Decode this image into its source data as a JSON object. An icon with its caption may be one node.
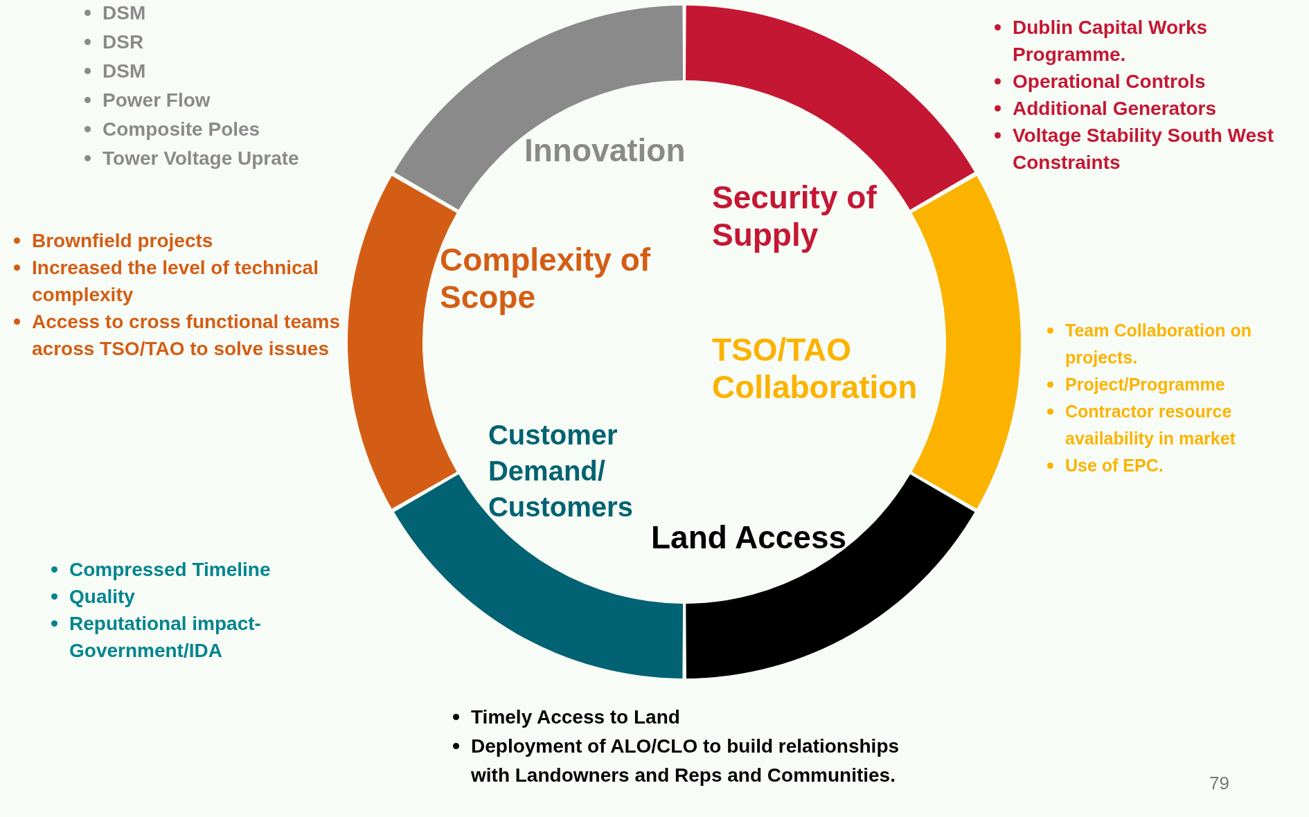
{
  "diagram": {
    "nodes": [
      {
        "text": [
          "Innovation"
        ],
        "beside": [
          "DSM",
          "DSR",
          "DSM",
          "Power Flow",
          "Composite Poles",
          "Tower Voltage Uprate"
        ]
      },
      {
        "text": [
          "Security of Supply"
        ],
        "beside": [
          "Dublin Capital Works Programme.",
          "Operational Controls",
          "Additional Generators",
          "Voltage Stability South West Constraints"
        ]
      },
      {
        "text": [
          "Complexity of Scope"
        ],
        "beside": [
          "Brownfield projects",
          "Increased the level of technical complexity",
          "Access to cross functional teams across TSO/TAO to solve issues"
        ]
      },
      {
        "text": [
          "TSO/TAO Collaboration"
        ],
        "beside": [
          "Team Collaboration on projects.",
          "Project/Programme",
          "Contractor resource availability in market",
          "Use of EPC."
        ]
      },
      {
        "text": [
          "Customer Demand/ Customers"
        ],
        "beside": [
          "Compressed Timeline",
          "Quality",
          "Reputational impact- Government/IDA"
        ]
      },
      {
        "text": [
          "Land Access"
        ],
        "beside": [
          "Timely Access to Land",
          "Deployment of ALO/CLO to build relationships with Landowners and Reps and Communities."
        ]
      }
    ],
    "labels": [
      "79"
    ]
  }
}
